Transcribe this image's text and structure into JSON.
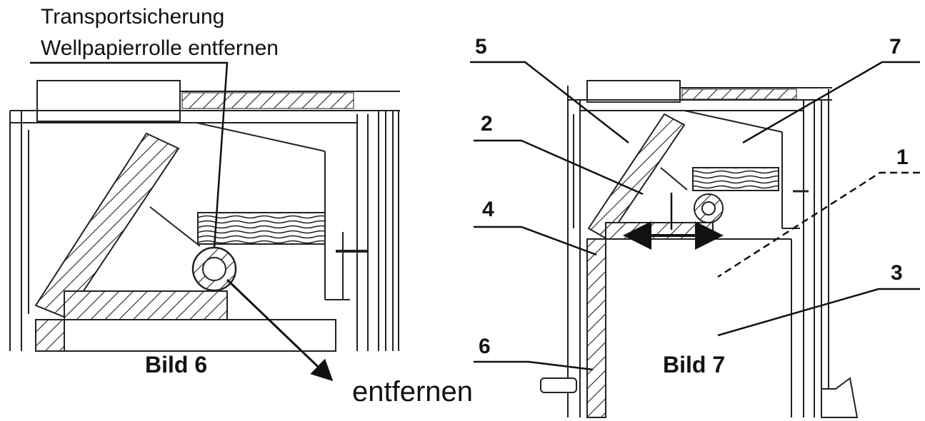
{
  "left_figure": {
    "caption": "Bild 6",
    "note_line1": "Transportsicherung",
    "note_line2": "Wellpapierrolle entfernen",
    "arrow_label": "entfernen"
  },
  "right_figure": {
    "caption": "Bild 7",
    "callouts": [
      "5",
      "7",
      "2",
      "1",
      "4",
      "3",
      "6"
    ]
  }
}
